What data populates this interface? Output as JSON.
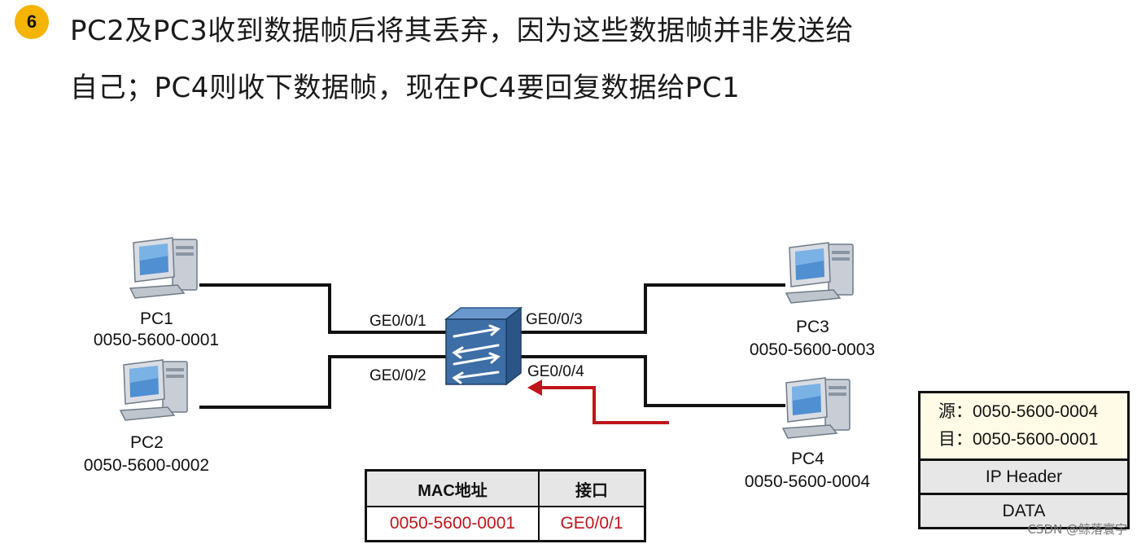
{
  "step": {
    "number": "6"
  },
  "heading": {
    "line1": "PC2及PC3收到数据帧后将其丢弃，因为这些数据帧并非发送给",
    "line2": "自己；PC4则收下数据帧，现在PC4要回复数据给PC1"
  },
  "hosts": [
    {
      "name": "PC1",
      "mac": "0050-5600-0001"
    },
    {
      "name": "PC2",
      "mac": "0050-5600-0002"
    },
    {
      "name": "PC3",
      "mac": "0050-5600-0003"
    },
    {
      "name": "PC4",
      "mac": "0050-5600-0004"
    }
  ],
  "ports": {
    "p1": "GE0/0/1",
    "p2": "GE0/0/2",
    "p3": "GE0/0/3",
    "p4": "GE0/0/4"
  },
  "mac_table": {
    "headers": [
      "MAC地址",
      "接口"
    ],
    "rows": [
      [
        "0050-5600-0001",
        "GE0/0/1"
      ]
    ]
  },
  "frame": {
    "src": "源：0050-5600-0004",
    "dst": "目：0050-5600-0001",
    "ip_header": "IP Header",
    "data": "DATA"
  },
  "colors": {
    "arrow": "#c0151b",
    "badge": "#f5b400",
    "switch": "#3d6ea5"
  },
  "watermark": "CSDN @鲸落寰宇"
}
